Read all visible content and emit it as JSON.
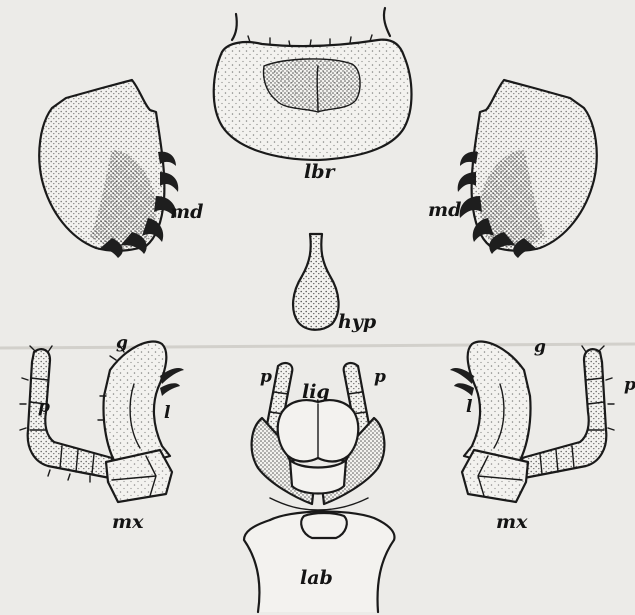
{
  "labels": {
    "labrum": "lbr",
    "mandible_left": "md",
    "mandible_right": "md",
    "hypopharynx": "hyp",
    "maxilla_left_galea": "g",
    "maxilla_left_palp": "p",
    "maxilla_left_lacinia": "l",
    "maxilla_left": "mx",
    "maxilla_right_galea": "g",
    "maxilla_right_palp": "p",
    "maxilla_right_lacinia": "l",
    "maxilla_right": "mx",
    "labial_palp_left": "p",
    "labial_palp_right": "p",
    "ligula": "lig",
    "labium": "lab"
  },
  "colors": {
    "paper": "#ecebe8",
    "ink": "#1a1a1a"
  }
}
